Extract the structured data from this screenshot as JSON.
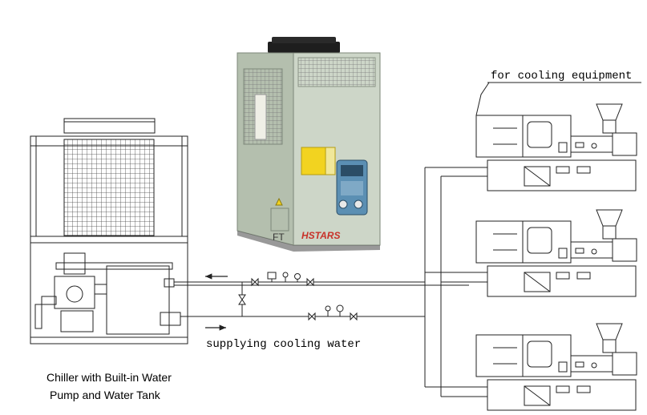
{
  "labels": {
    "equipment": "for cooling equipment",
    "supply": "supplying cooling water",
    "chiller_line1": "Chiller with Built-in Water",
    "chiller_line2": "Pump and Water Tank"
  },
  "brand": "HSTARS",
  "colors": {
    "line": "#222222",
    "unit_body": "#c9d3c4",
    "unit_side": "#b7c2b2",
    "panel_blue": "#5b8fb3",
    "panel_dark": "#2b4d66",
    "warning": "#f2d320",
    "brand_red": "#c8322a"
  }
}
